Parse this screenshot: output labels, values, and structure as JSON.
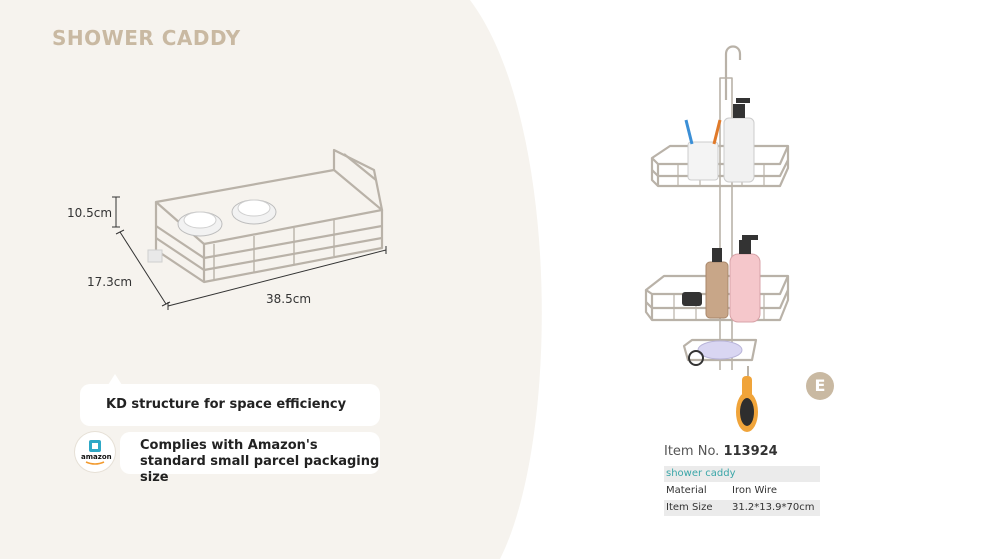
{
  "page": {
    "title": "SHOWER CADDY",
    "badge_letter": "E"
  },
  "dimensions": {
    "height": "10.5cm",
    "depth": "17.3cm",
    "width": "38.5cm"
  },
  "features": [
    {
      "text": "KD structure for space efficiency"
    },
    {
      "text": "Complies with Amazon's standard small parcel packaging size"
    }
  ],
  "amazon_badge": {
    "label": "amazon"
  },
  "product": {
    "item_no_label": "Item No.",
    "item_no": "113924",
    "name": "shower caddy",
    "specs": [
      {
        "key": "Material",
        "value": "Iron Wire"
      },
      {
        "key": "Item Size",
        "value": "31.2*13.9*70cm"
      }
    ]
  },
  "colors": {
    "accent": "#c9b9a2",
    "panel": "#f6f3ee",
    "teal_text": "#3aa6a8",
    "wire": "#b9b2a8"
  }
}
